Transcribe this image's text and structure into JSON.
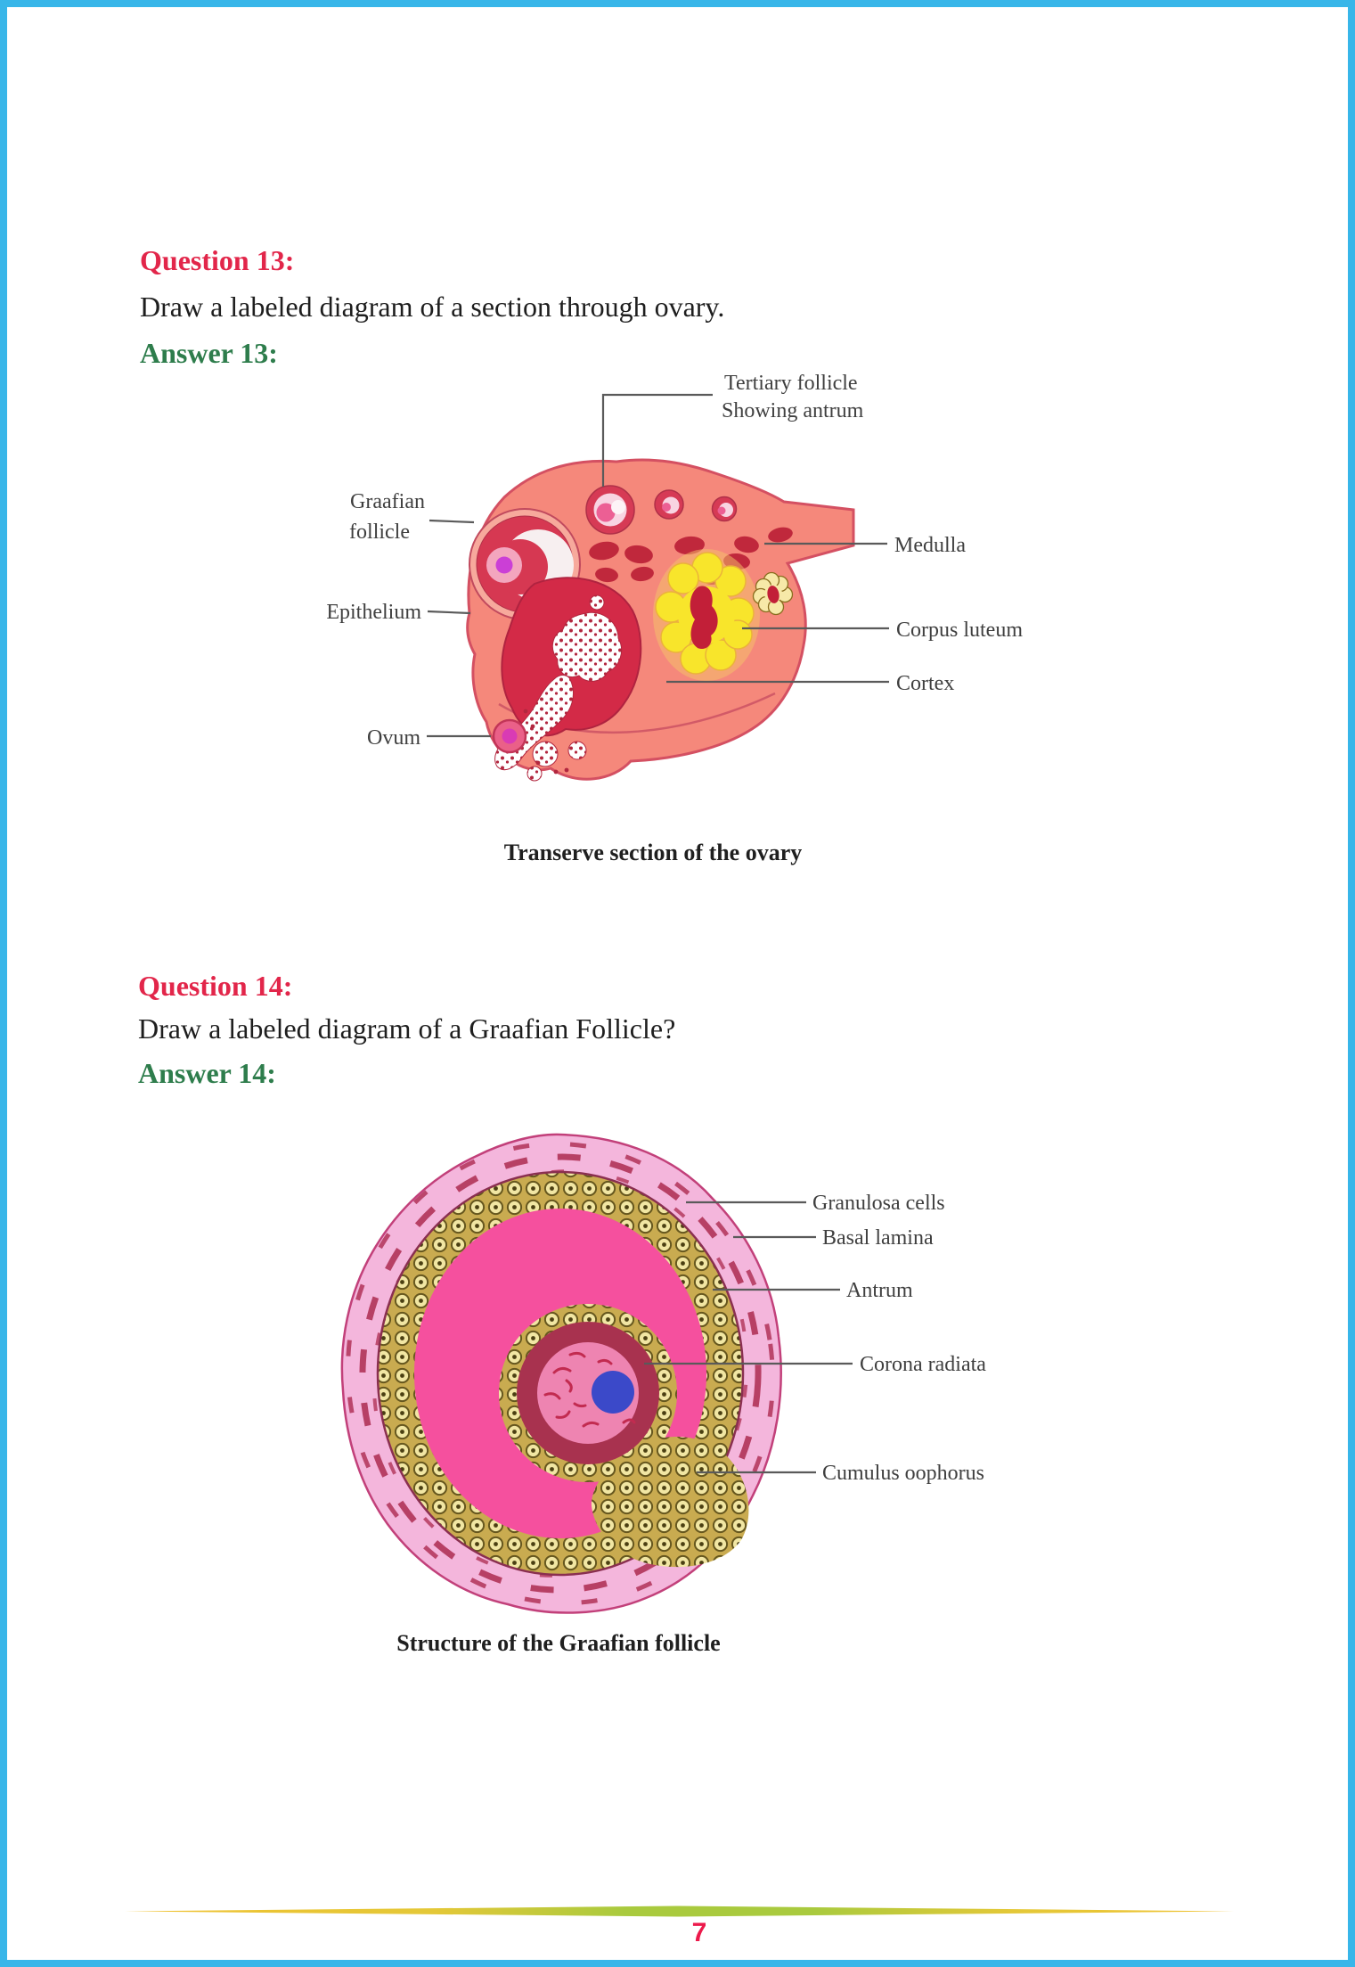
{
  "page": {
    "number": "7"
  },
  "colors": {
    "border_cyan": "#38b6e9",
    "question_heading_red": "#e2264a",
    "answer_heading_green": "#2e7d4c",
    "body_text": "#1e1e1e",
    "label_text": "#3f3f3f",
    "ovary_body_salmon": "#f5887b",
    "follicle_crimson": "#d63a55",
    "corpus_luteum_yellow": "#f8e52b",
    "medulla_red": "#c0283c",
    "ruptured_follicle_red": "#d32a47",
    "theca_pink": "#f4b6dc",
    "antrum_pink": "#f5509e",
    "granulosa_cell_yellow": "#f1e6a3",
    "ooplasm_pink": "#ee84b1",
    "nucleus_blue": "#3b49c9",
    "divider_yellow": "#f0c12f",
    "divider_green": "#a9ca3e",
    "page_number_red": "#ec1a4b"
  },
  "question13": {
    "heading": "Question 13:",
    "body": "Draw a labeled diagram of a section through ovary.",
    "answer_heading": "Answer 13:"
  },
  "question14": {
    "heading": "Question 14:",
    "body": "Draw a labeled diagram of a Graafian Follicle?",
    "answer_heading": "Answer 14:"
  },
  "diagram1": {
    "caption": "Transerve section of the ovary",
    "labels": {
      "tertiary_line1": "Tertiary follicle",
      "tertiary_line2": "Showing antrum",
      "graafian_line1": "Graafian",
      "graafian_line2": "follicle",
      "epithelium": "Epithelium",
      "ovum": "Ovum",
      "medulla": "Medulla",
      "corpus_luteum": "Corpus luteum",
      "cortex": "Cortex"
    }
  },
  "diagram2": {
    "caption": "Structure of the Graafian follicle",
    "labels": {
      "granulosa": "Granulosa cells",
      "basal": "Basal lamina",
      "antrum": "Antrum",
      "corona": "Corona radiata",
      "cumulus": "Cumulus oophorus"
    }
  }
}
